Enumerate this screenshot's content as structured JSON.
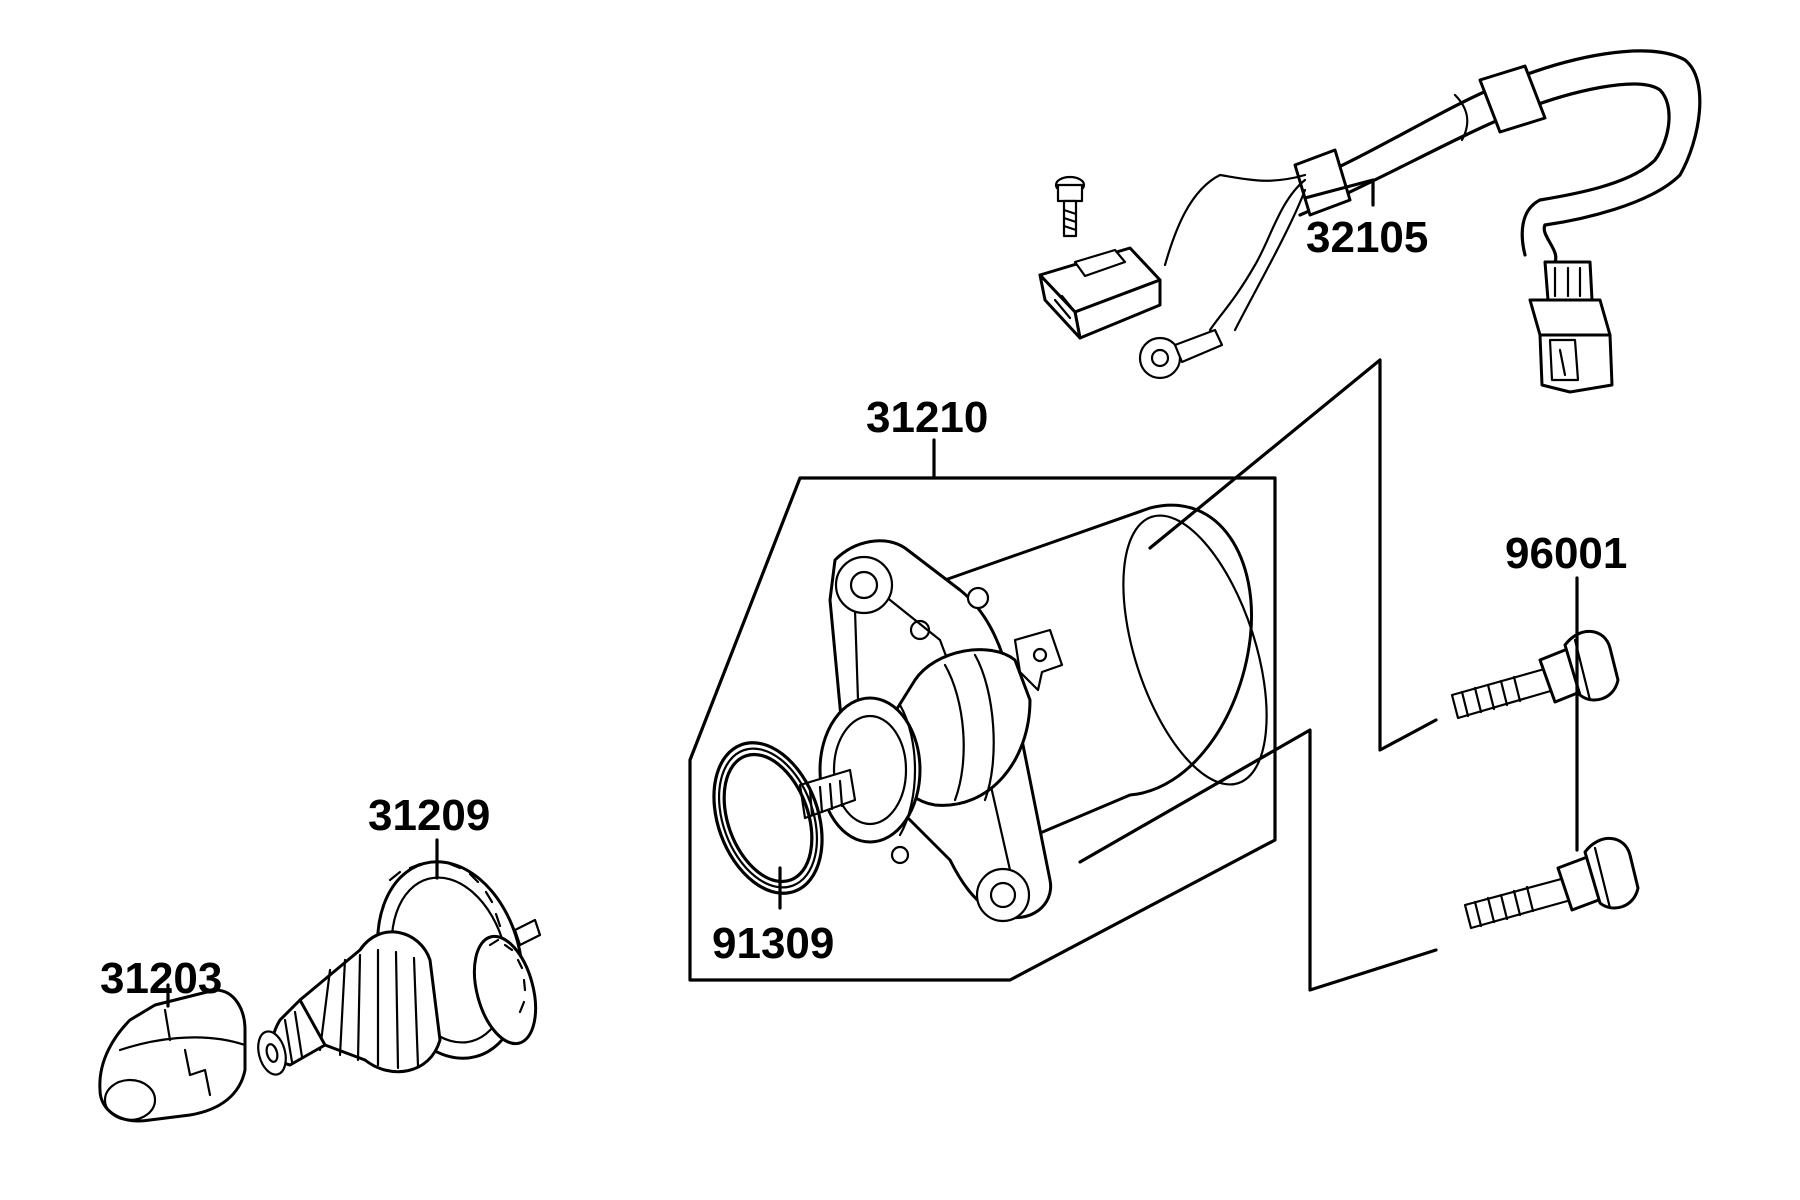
{
  "diagram": {
    "colors": {
      "ink": "#000000",
      "paper": "#ffffff"
    },
    "callouts": [
      {
        "id": "31210",
        "label": "31210"
      },
      {
        "id": "32105",
        "label": "32105"
      },
      {
        "id": "96001",
        "label": "96001"
      },
      {
        "id": "91309",
        "label": "91309"
      },
      {
        "id": "31209",
        "label": "31209"
      },
      {
        "id": "31203",
        "label": "31203"
      }
    ]
  }
}
